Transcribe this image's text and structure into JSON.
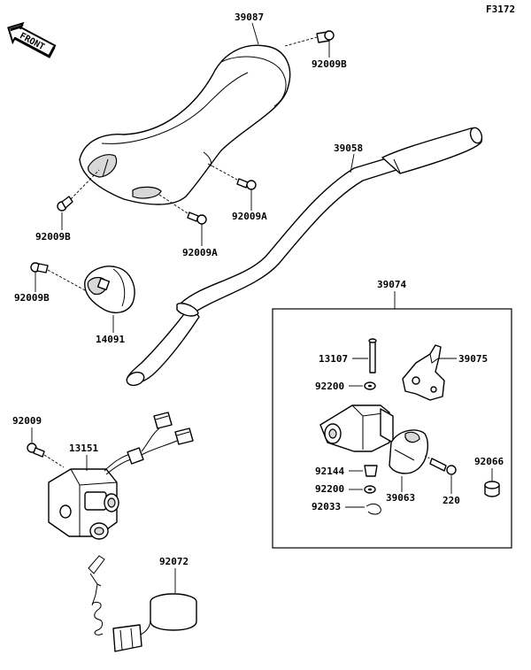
{
  "figure_code": "F3172",
  "front_label": "FRONT",
  "labels": {
    "handlebar_cover": "39087",
    "bolt_top": "92009B",
    "bolt_left_upper": "92009B",
    "bolt_mid_right": "92009A",
    "bolt_lower_center": "92009A",
    "handlebar": "39058",
    "bolt_left_mid": "92009B",
    "throttle_case": "14091",
    "lever_assembly": "39074",
    "pin": "13107",
    "lever": "39075",
    "washer_upper": "92200",
    "spacer": "92144",
    "washer_lower": "92200",
    "clip": "92033",
    "holder": "39063",
    "screw_220": "220",
    "cap": "92066",
    "bolt_switch": "92009",
    "switch": "13151",
    "lanyard_clamp": "92072"
  }
}
